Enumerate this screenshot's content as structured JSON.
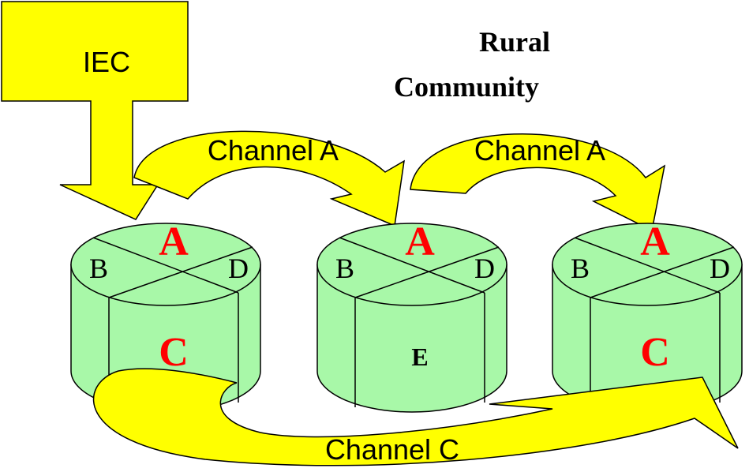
{
  "iec_label": "IEC",
  "title": {
    "line1": "Rural",
    "line2": "Community"
  },
  "channels": {
    "a_left": "Channel A",
    "a_right": "Channel A",
    "c_bottom": "Channel C"
  },
  "cylinders": [
    {
      "top": "A",
      "left": "B",
      "right": "D",
      "bottom": "C"
    },
    {
      "top": "A",
      "left": "B",
      "right": "D",
      "bottom": "E"
    },
    {
      "top": "A",
      "left": "B",
      "right": "D",
      "bottom": "C"
    }
  ],
  "colors": {
    "arrow_yellow": "#ffff00",
    "cylinder_green": "#a8f8a8",
    "accent_red": "#ff0000",
    "stroke": "#000000"
  }
}
